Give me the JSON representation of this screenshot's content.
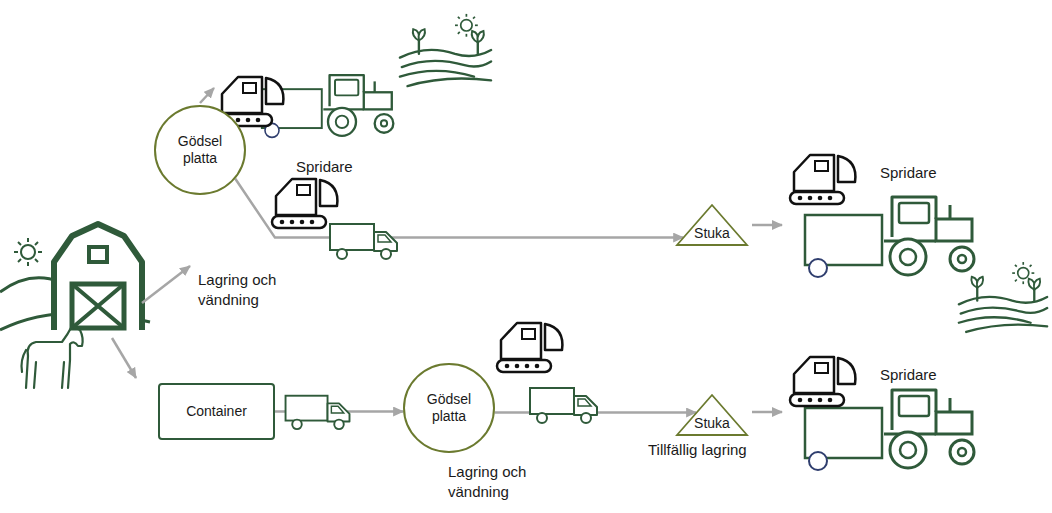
{
  "diagram": {
    "nodes": [
      {
        "text": [
          "Gödsel platta"
        ]
      },
      {
        "text": [
          "Stuka"
        ]
      },
      {
        "text": [
          "Container"
        ]
      },
      {
        "text": [
          "Gödsel platta"
        ]
      },
      {
        "text": [
          "Stuka"
        ]
      }
    ],
    "edges": [
      {
        "from": 0,
        "to": 1,
        "arrow": "to"
      },
      {
        "from": 2,
        "to": 3,
        "arrow": "to"
      },
      {
        "from": 3,
        "to": 4,
        "arrow": "to"
      }
    ],
    "labels": [
      "Spridare",
      "Lagring och vändning",
      "Spridare",
      "Lagring och vändning",
      "Tillfällig lagring",
      "Spridare"
    ]
  }
}
